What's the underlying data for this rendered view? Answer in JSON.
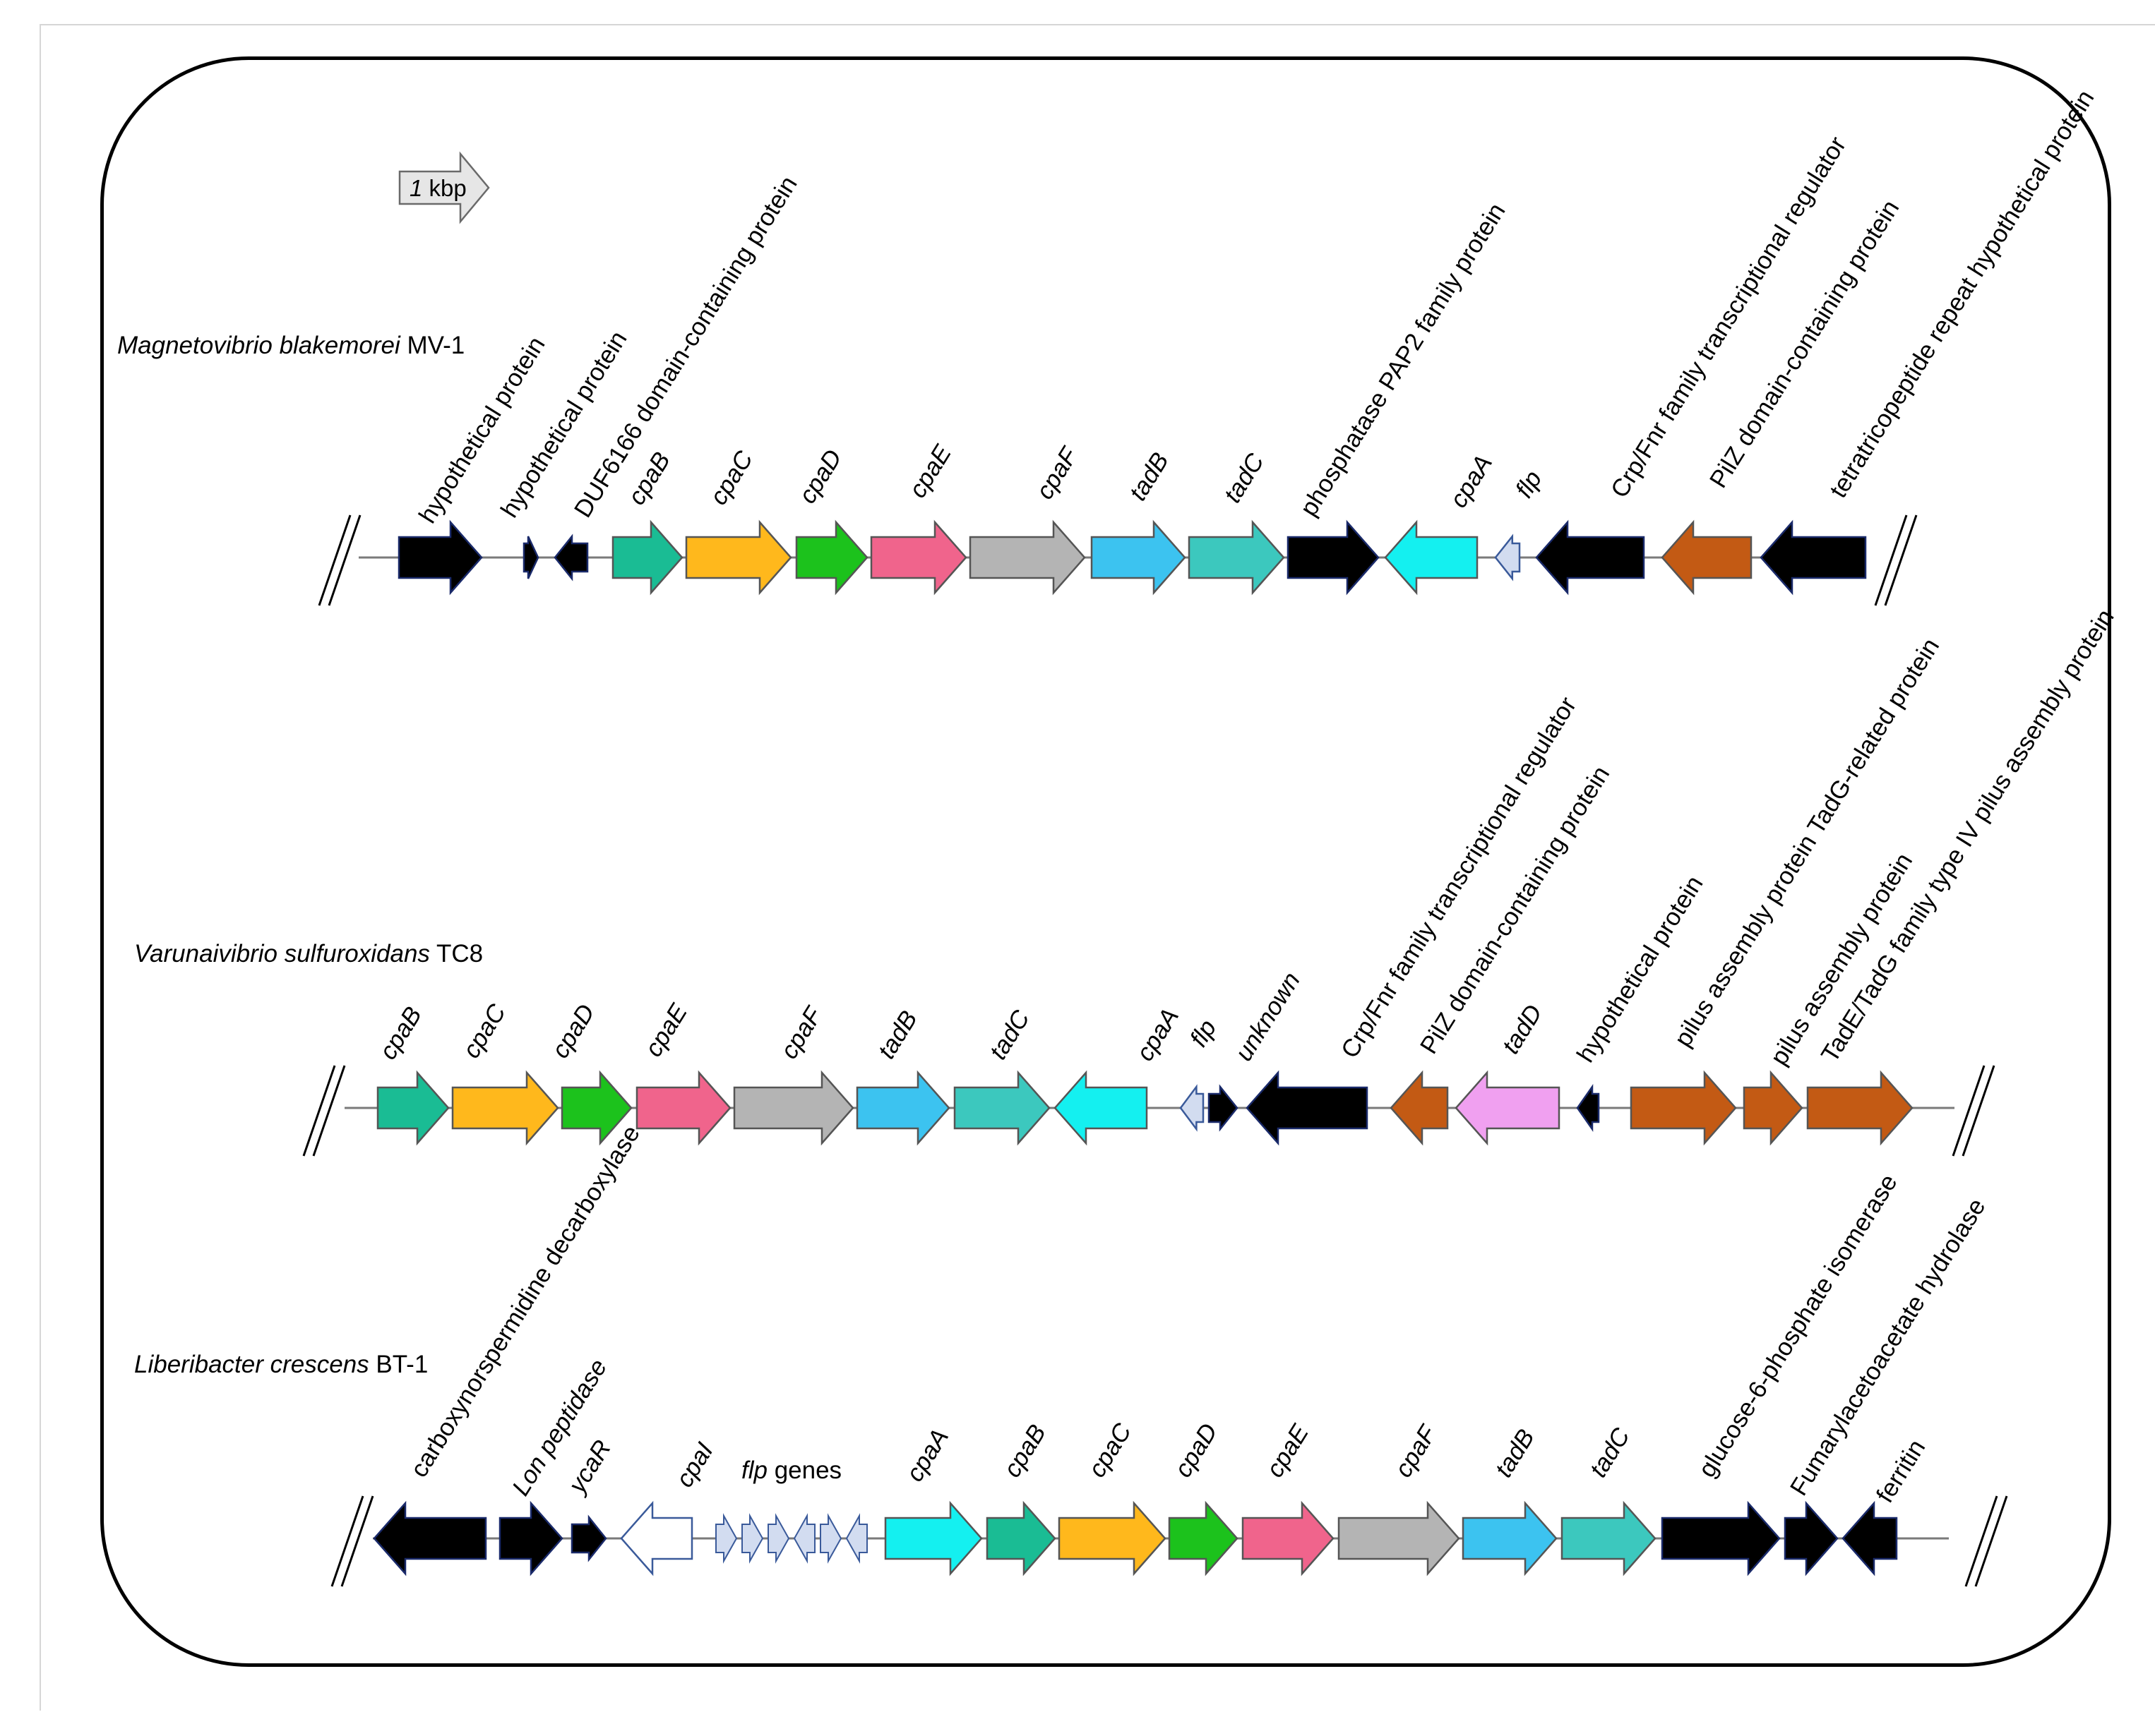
{
  "scale_bar": {
    "value": "1",
    "unit": "kbp"
  },
  "clusters": [
    {
      "organism_genus_species": "Magnetovibrio blakemorei",
      "organism_strain": "MV-1",
      "genes": [
        {
          "label": "hypothetical protein",
          "italic": false,
          "color": "#000000",
          "strand": "+"
        },
        {
          "label": "hypothetical protein",
          "italic": false,
          "color": "#000000",
          "strand": "+"
        },
        {
          "label": "DUF6166 domain-containing protein",
          "italic": false,
          "color": "#000000",
          "strand": "-"
        },
        {
          "label": "cpaB",
          "italic": true,
          "color": "#1ABC94",
          "strand": "+"
        },
        {
          "label": "cpaC",
          "italic": true,
          "color": "#FFB81C",
          "strand": "+"
        },
        {
          "label": "cpaD",
          "italic": true,
          "color": "#1CC21C",
          "strand": "+"
        },
        {
          "label": "cpaE",
          "italic": true,
          "color": "#F0648C",
          "strand": "+"
        },
        {
          "label": "cpaF",
          "italic": true,
          "color": "#B4B4B4",
          "strand": "+"
        },
        {
          "label": "tadB",
          "italic": true,
          "color": "#3CC3F0",
          "strand": "+"
        },
        {
          "label": "tadC",
          "italic": true,
          "color": "#3CC8BE",
          "strand": "+"
        },
        {
          "label": "phosphatase PAP2 family protein",
          "italic": false,
          "color": "#000000",
          "strand": "+"
        },
        {
          "label": "cpaA",
          "italic": true,
          "color": "#14F0F0",
          "strand": "-"
        },
        {
          "label": "flp",
          "italic": true,
          "color": "#D2DCF0",
          "strand": "-"
        },
        {
          "label": "Crp/Fnr family transcriptional regulator",
          "italic": false,
          "color": "#000000",
          "strand": "-"
        },
        {
          "label": "PilZ domain-containing protein",
          "italic": false,
          "color": "#C35A14",
          "strand": "-"
        },
        {
          "label": "tetratricopeptide repeat hypothetical protein",
          "italic": false,
          "color": "#000000",
          "strand": "-"
        }
      ]
    },
    {
      "organism_genus_species": "Varunaivibrio sulfuroxidans",
      "organism_strain": "TC8",
      "genes": [
        {
          "label": "cpaB",
          "italic": true,
          "color": "#1ABC94",
          "strand": "+"
        },
        {
          "label": "cpaC",
          "italic": true,
          "color": "#FFB81C",
          "strand": "+"
        },
        {
          "label": "cpaD",
          "italic": true,
          "color": "#1CC21C",
          "strand": "+"
        },
        {
          "label": "cpaE",
          "italic": true,
          "color": "#F0648C",
          "strand": "+"
        },
        {
          "label": "cpaF",
          "italic": true,
          "color": "#B4B4B4",
          "strand": "+"
        },
        {
          "label": "tadB",
          "italic": true,
          "color": "#3CC3F0",
          "strand": "+"
        },
        {
          "label": "tadC",
          "italic": true,
          "color": "#3CC8BE",
          "strand": "+"
        },
        {
          "label": "cpaA",
          "italic": true,
          "color": "#14F0F0",
          "strand": "-"
        },
        {
          "label": "flp",
          "italic": true,
          "color": "#D2DCF0",
          "strand": "-"
        },
        {
          "label": "unknown",
          "italic": true,
          "color": "#000000",
          "strand": "+"
        },
        {
          "label": "Crp/Fnr family transcriptional regulator",
          "italic": false,
          "color": "#000000",
          "strand": "-"
        },
        {
          "label": "PilZ domain-containing protein",
          "italic": false,
          "color": "#C35A14",
          "strand": "-"
        },
        {
          "label": "tadD",
          "italic": true,
          "color": "#F0A0F0",
          "strand": "-"
        },
        {
          "label": "hypothetical protein",
          "italic": false,
          "color": "#000000",
          "strand": "-"
        },
        {
          "label": "pilus assembly protein TadG-related protein",
          "italic": false,
          "color": "#C35A14",
          "strand": "+"
        },
        {
          "label": "pilus assembly protein",
          "italic": false,
          "color": "#C35A14",
          "strand": "+"
        },
        {
          "label": "TadE/TadG family type IV pilus assembly protein",
          "italic": false,
          "color": "#C35A14",
          "strand": "+"
        }
      ]
    },
    {
      "organism_genus_species": "Liberibacter crescens",
      "organism_strain": "BT-1",
      "genes": [
        {
          "label": "carboxynorspermidine decarboxylase",
          "italic": false,
          "color": "#000000",
          "strand": "-"
        },
        {
          "label": "Lon peptidase",
          "italic": true,
          "color": "#000000",
          "strand": "+"
        },
        {
          "label": "ycaR",
          "italic": true,
          "color": "#000000",
          "strand": "+"
        },
        {
          "label": "cpaI",
          "italic": true,
          "color": "#FFFFFF",
          "strand": "-"
        },
        {
          "label": "flp genes",
          "italic_prefix": "flp",
          "italic": false,
          "color": "#D2DCF0",
          "strand": "mixed",
          "count": 6
        },
        {
          "label": "cpaA",
          "italic": true,
          "color": "#14F0F0",
          "strand": "+"
        },
        {
          "label": "cpaB",
          "italic": true,
          "color": "#1ABC94",
          "strand": "+"
        },
        {
          "label": "cpaC",
          "italic": true,
          "color": "#FFB81C",
          "strand": "+"
        },
        {
          "label": "cpaD",
          "italic": true,
          "color": "#1CC21C",
          "strand": "+"
        },
        {
          "label": "cpaE",
          "italic": true,
          "color": "#F0648C",
          "strand": "+"
        },
        {
          "label": "cpaF",
          "italic": true,
          "color": "#B4B4B4",
          "strand": "+"
        },
        {
          "label": "tadB",
          "italic": true,
          "color": "#3CC3F0",
          "strand": "+"
        },
        {
          "label": "tadC",
          "italic": true,
          "color": "#3CC8BE",
          "strand": "+"
        },
        {
          "label": "glucose-6-phosphate isomerase",
          "italic": false,
          "color": "#000000",
          "strand": "+"
        },
        {
          "label": "Fumarylacetoacetate hydrolase",
          "italic": false,
          "color": "#000000",
          "strand": "+"
        },
        {
          "label": "ferritin",
          "italic": false,
          "color": "#000000",
          "strand": "-"
        }
      ]
    }
  ]
}
